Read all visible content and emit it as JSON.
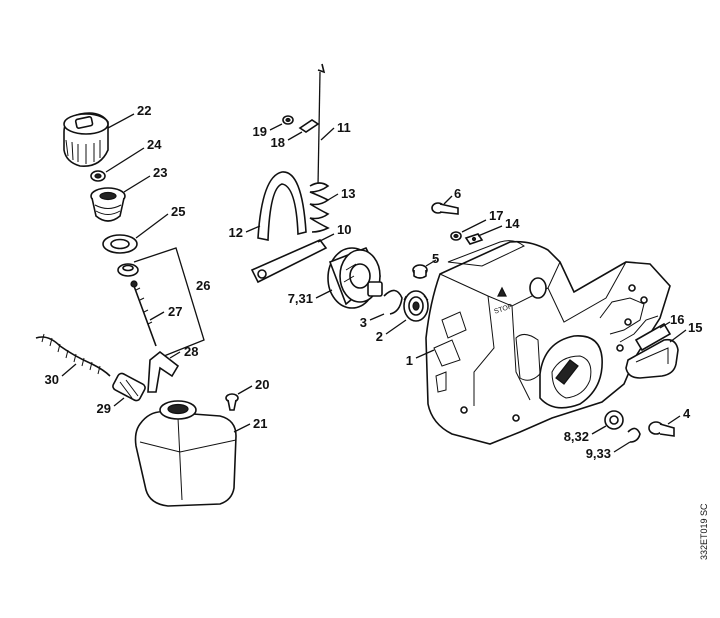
{
  "labels": {
    "l22": "22",
    "l24": "24",
    "l23": "23",
    "l25": "25",
    "l26": "26",
    "l27": "27",
    "l28": "28",
    "l30": "30",
    "l29": "29",
    "l20": "20",
    "l21": "21",
    "l19": "19",
    "l18": "18",
    "l11": "11",
    "l13": "13",
    "l12": "12",
    "l10": "10",
    "l731": "7,31",
    "l3": "3",
    "l2": "2",
    "l5": "5",
    "l6": "6",
    "l17": "17",
    "l14": "14",
    "l1": "1",
    "l16": "16",
    "l15": "15",
    "l4": "4",
    "l832": "8,32",
    "l933": "9,33"
  },
  "housing_text": "STOP",
  "drawing_code": "332ET019 SC"
}
